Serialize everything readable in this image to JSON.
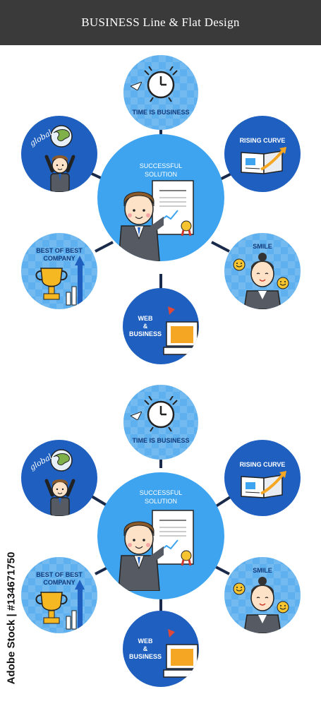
{
  "header": {
    "title": "BUSINESS Line & Flat Design"
  },
  "colors": {
    "dark_blue": "#1e5fbf",
    "light_blue": "#5fb0ee",
    "center_blue": "#3ea4ef",
    "header_bg": "#3a3a3a"
  },
  "sets": [
    {
      "center": {
        "line1": "SUCCESSFUL",
        "line2": "SOLUTION"
      },
      "top": {
        "label": "TIME IS BUSINESS"
      },
      "right_top": {
        "label": "RISING CURVE"
      },
      "right_bottom": {
        "label": "SMILE"
      },
      "bottom": {
        "line1": "WEB",
        "line2": "&",
        "line3": "BUSINESS"
      },
      "left_bottom": {
        "line1": "BEST OF BEST",
        "line2": "COMPANY"
      },
      "left_top": {
        "logo_word": "global"
      }
    },
    {
      "center": {
        "line1": "SUCCESSFUL",
        "line2": "SOLUTION"
      },
      "top": {
        "label": "TIME IS BUSINESS"
      },
      "right_top": {
        "label": "RISING CURVE"
      },
      "right_bottom": {
        "label": "SMILE"
      },
      "bottom": {
        "line1": "WEB",
        "line2": "&",
        "line3": "BUSINESS"
      },
      "left_bottom": {
        "line1": "BEST OF BEST",
        "line2": "COMPANY"
      },
      "left_top": {
        "logo_word": "global"
      }
    }
  ],
  "footer": {
    "stock_id": "Adobe Stock | #134671750"
  }
}
